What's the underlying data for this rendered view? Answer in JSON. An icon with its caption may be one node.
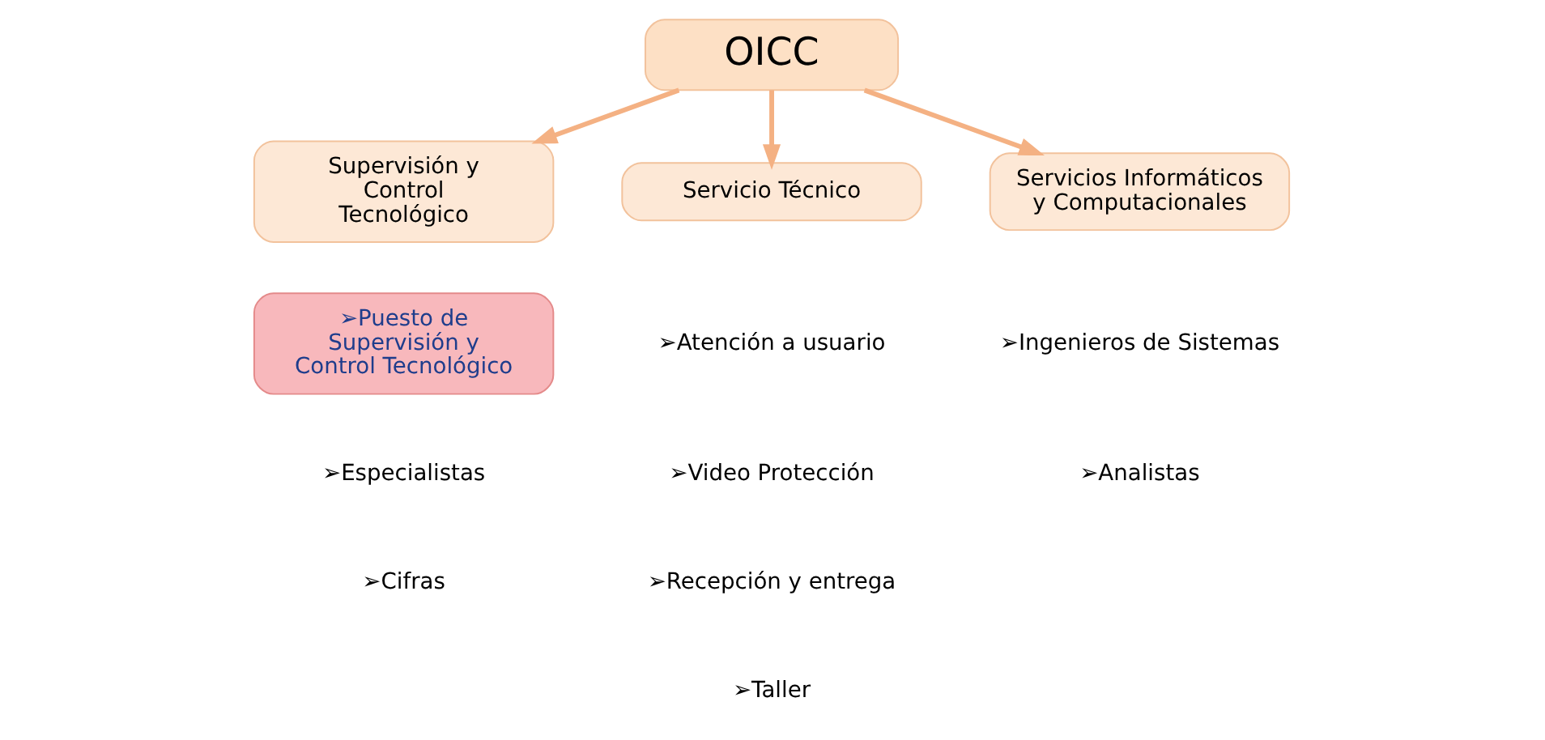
{
  "diagram": {
    "nodes": [
      {
        "text": [
          "OICC"
        ]
      },
      {
        "text": [
          "Supervisión y Control Tecnológico"
        ]
      },
      {
        "text": [
          "Servicio Técnico"
        ]
      },
      {
        "text": [
          "Servicios Informáticos y Computacionales"
        ]
      },
      {
        "text": [
          "➢Puesto de Supervisión y Control Tecnológico"
        ]
      }
    ],
    "edges": [
      {
        "from": 0,
        "to": 1,
        "arrow": "to"
      },
      {
        "from": 0,
        "to": 2,
        "arrow": "to"
      },
      {
        "from": 0,
        "to": 3,
        "arrow": "to"
      }
    ],
    "labels": [
      "➢Especialistas",
      "➢Cifras",
      "➢Atención a usuario",
      "➢Video Protección",
      "➢Recepción y entrega",
      "➢Taller",
      "➢Ingenieros de Sistemas",
      "➢Analistas"
    ]
  }
}
